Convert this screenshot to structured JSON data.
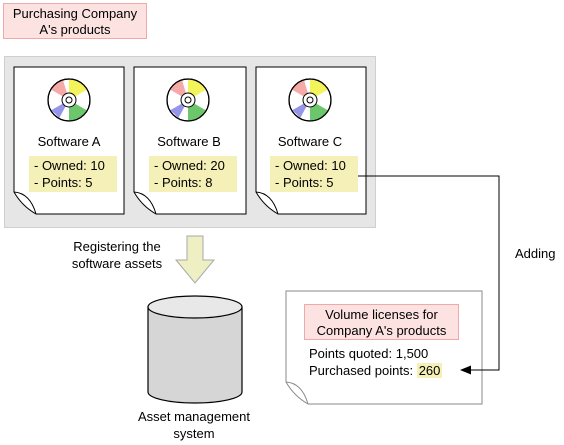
{
  "title": {
    "line1": "Purchasing Company",
    "line2": "A's products"
  },
  "software": [
    {
      "name": "Software A",
      "owned": "- Owned: 10",
      "points": "- Points: 5"
    },
    {
      "name": "Software B",
      "owned": "- Owned: 20",
      "points": "- Points: 8"
    },
    {
      "name": "Software C",
      "owned": "- Owned: 10",
      "points": "- Points: 5"
    }
  ],
  "register_label": {
    "line1": "Registering the",
    "line2": "software assets"
  },
  "asset_system": {
    "line1": "Asset management",
    "line2": "system"
  },
  "adding_label": "Adding",
  "license": {
    "title_line1": "Volume licenses for",
    "title_line2": "Company A's products",
    "points_quoted": "Points quoted: 1,500",
    "purchased_label": "Purchased points:",
    "purchased_value": "260"
  },
  "colors": {
    "pink_box": "#fde2e2",
    "highlight": "#f5f0b8",
    "group_bg": "#e6e6e6",
    "arrow_fill": "#eef0c4"
  }
}
